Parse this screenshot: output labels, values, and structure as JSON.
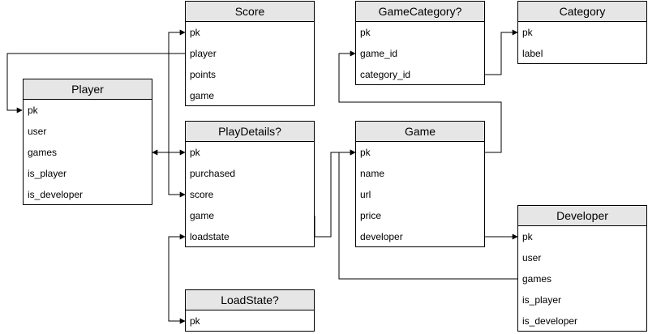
{
  "tables": {
    "score": {
      "title": "Score",
      "fields": [
        "pk",
        "player",
        "points",
        "game"
      ]
    },
    "game_category": {
      "title": "GameCategory?",
      "fields": [
        "pk",
        "game_id",
        "category_id"
      ]
    },
    "category": {
      "title": "Category",
      "fields": [
        "pk",
        "label"
      ]
    },
    "player": {
      "title": "Player",
      "fields": [
        "pk",
        "user",
        "games",
        "is_player",
        "is_developer"
      ]
    },
    "play_details": {
      "title": "PlayDetails?",
      "fields": [
        "pk",
        "purchased",
        "score",
        "game",
        "loadstate"
      ]
    },
    "game": {
      "title": "Game",
      "fields": [
        "pk",
        "name",
        "url",
        "price",
        "developer"
      ]
    },
    "developer": {
      "title": "Developer",
      "fields": [
        "pk",
        "user",
        "games",
        "is_player",
        "is_developer"
      ]
    },
    "load_state": {
      "title": "LoadState?",
      "fields": [
        "pk"
      ]
    }
  },
  "colors": {
    "header": "#e6e6e6",
    "line": "#000000",
    "background": "#ffffff"
  }
}
